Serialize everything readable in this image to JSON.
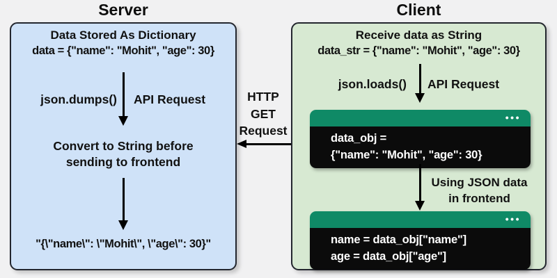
{
  "colors": {
    "background": "#f1f1f2",
    "server_panel_fill": "#cfe2f8",
    "client_panel_fill": "#d7e9d2",
    "panel_border": "#23262e",
    "code_header_green": "#0f8a66",
    "code_body_black": "#0b0b0b",
    "code_text": "#ffffff",
    "arrow_black": "#000000",
    "text": "#111111"
  },
  "server": {
    "title": "Server",
    "storage_heading": "Data Stored As Dictionary",
    "storage_code": "data = {\"name\": \"Mohit\", \"age\": 30}",
    "transform_label": "json.dumps()",
    "arrow_label": "API Request",
    "convert_line1": "Convert to String before",
    "convert_line2": "sending to frontend",
    "result_string": "\"{\\\"name\\\": \\\"Mohit\\\", \\\"age\\\": 30}\""
  },
  "transport": {
    "line1": "HTTP",
    "line2": "GET",
    "line3": "Request"
  },
  "client": {
    "title": "Client",
    "receive_heading": "Receive data as String",
    "receive_code": "data_str = {\"name\": \"Mohit\", \"age\": 30}",
    "transform_label": "json.loads()",
    "arrow_label": "API Request",
    "code_window1": {
      "dots": "•••",
      "line1": "data_obj =",
      "line2": "{\"name\": \"Mohit\", \"age\": 30}"
    },
    "using_line1": "Using JSON data",
    "using_line2": "in frontend",
    "code_window2": {
      "dots": "•••",
      "line1": "name = data_obj[\"name\"]",
      "line2": "age = data_obj[\"age\"]"
    }
  }
}
